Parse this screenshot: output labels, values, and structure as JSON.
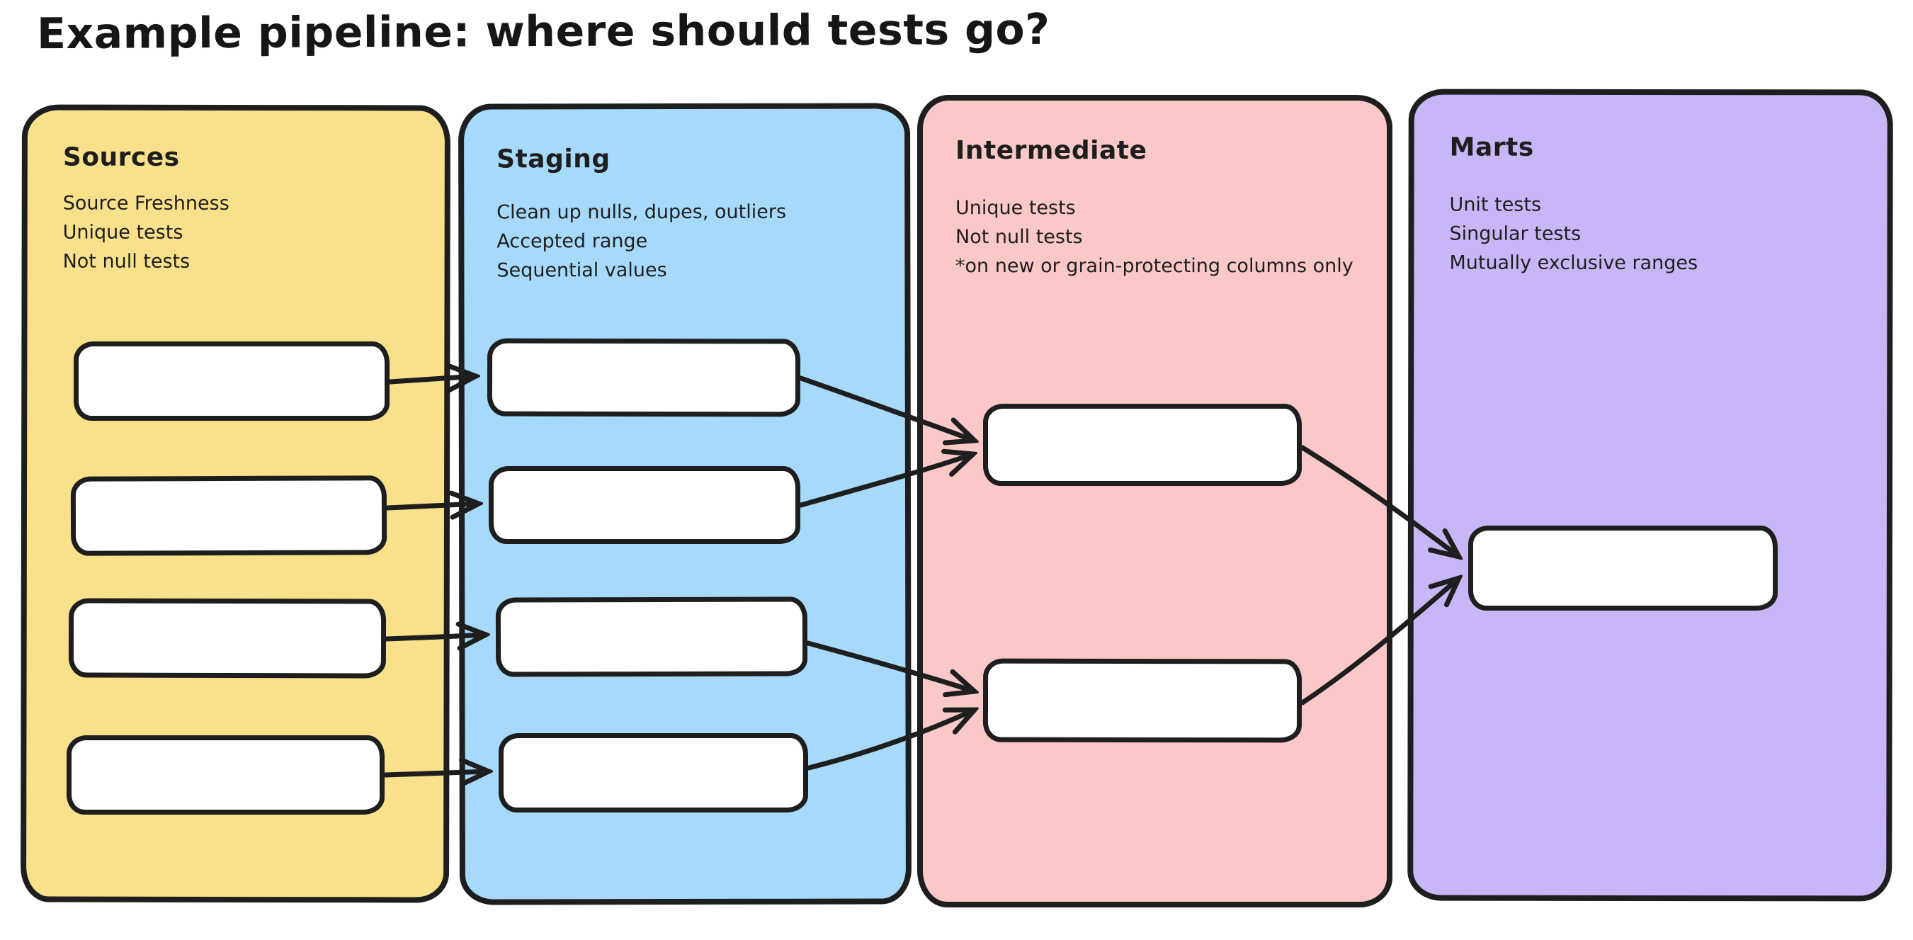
{
  "title": "Example pipeline: where should tests go?",
  "palette": {
    "canvas_bg": "#ffffff",
    "stroke": "#1e1e1e",
    "node_bg": "#ffffff",
    "sources_bg": "#F8E18A",
    "staging_bg": "#A6D9FA",
    "intermediate_bg": "#FBC8C8",
    "marts_bg": "#C9B6F7"
  },
  "columns": [
    {
      "id": "sources",
      "label": "Sources",
      "tests": [
        "Source Freshness",
        "Unique tests",
        "Not null tests"
      ],
      "node_count": 4
    },
    {
      "id": "staging",
      "label": "Staging",
      "tests": [
        "Clean up nulls, dupes, outliers",
        "Accepted range",
        "Sequential values"
      ],
      "node_count": 4
    },
    {
      "id": "intermediate",
      "label": "Intermediate",
      "tests": [
        "Unique tests",
        "Not null tests",
        "*on new or grain-protecting columns only"
      ],
      "node_count": 2
    },
    {
      "id": "marts",
      "label": "Marts",
      "tests": [
        "Unit tests",
        "Singular tests",
        "Mutually exclusive ranges"
      ],
      "node_count": 1
    }
  ],
  "edges": [
    {
      "from": "sources-1",
      "to": "staging-1"
    },
    {
      "from": "sources-2",
      "to": "staging-2"
    },
    {
      "from": "sources-3",
      "to": "staging-3"
    },
    {
      "from": "sources-4",
      "to": "staging-4"
    },
    {
      "from": "staging-1",
      "to": "intermediate-1"
    },
    {
      "from": "staging-2",
      "to": "intermediate-1"
    },
    {
      "from": "staging-3",
      "to": "intermediate-2"
    },
    {
      "from": "staging-4",
      "to": "intermediate-2"
    },
    {
      "from": "intermediate-1",
      "to": "marts-1"
    },
    {
      "from": "intermediate-2",
      "to": "marts-1"
    }
  ]
}
